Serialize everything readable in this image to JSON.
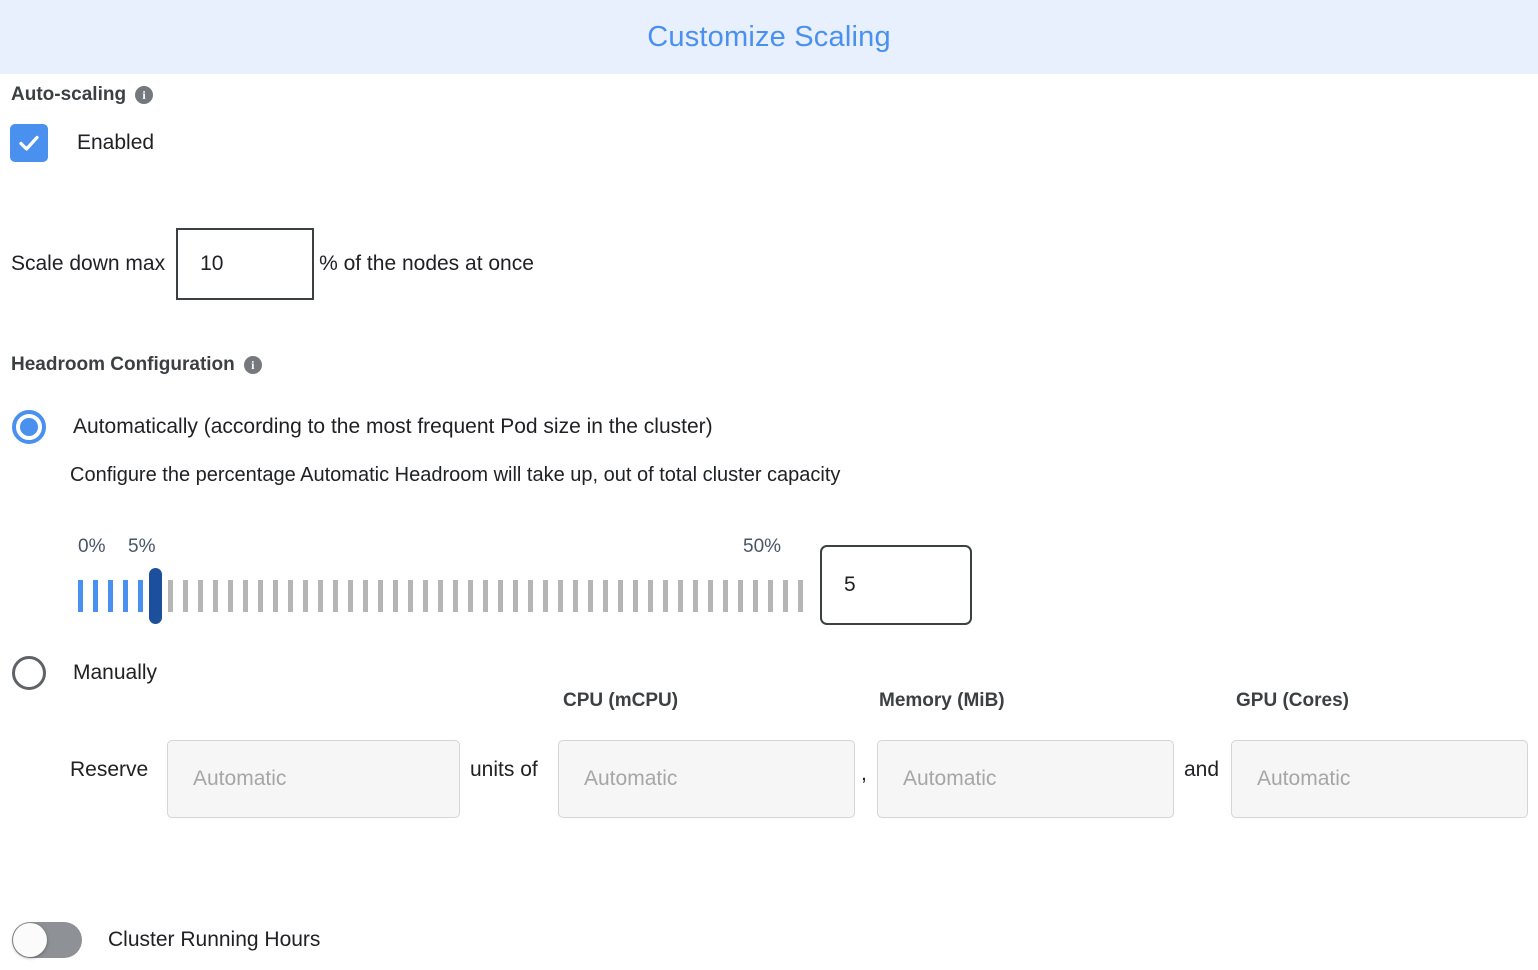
{
  "header": {
    "title": "Customize Scaling"
  },
  "autoscaling": {
    "section_label": "Auto-scaling",
    "info_icon": "info-icon",
    "info_glyph": "i",
    "enabled_label": "Enabled",
    "enabled_checked": true,
    "scale_down": {
      "prefix": "Scale down max",
      "value": "10",
      "suffix": "% of the nodes at once"
    }
  },
  "headroom": {
    "section_label": "Headroom Configuration",
    "info_glyph": "i",
    "automatic": {
      "label": "Automatically (according to the most frequent Pod size in the cluster)",
      "selected": true,
      "helper": "Configure the percentage Automatic Headroom will take up, out of total cluster capacity"
    },
    "slider": {
      "min_label": "0%",
      "current_label": "5%",
      "max_label": "50%",
      "min": 0,
      "max": 50,
      "value": 5,
      "tick_count": 49,
      "filled_ticks": 5,
      "value_box": "5",
      "track_color": "#b5b5b5",
      "filled_color": "#4a90ee",
      "thumb_color": "#1c4f9c",
      "label_color": "#4a5568"
    },
    "manual": {
      "label": "Manually",
      "selected": false,
      "reserve_word": "Reserve",
      "units_word": "units of",
      "comma": ",",
      "and_word": "and",
      "fields": [
        {
          "caption": "",
          "placeholder": "Automatic",
          "value": ""
        },
        {
          "caption": "CPU (mCPU)",
          "placeholder": "Automatic",
          "value": ""
        },
        {
          "caption": "Memory (MiB)",
          "placeholder": "Automatic",
          "value": ""
        },
        {
          "caption": "GPU (Cores)",
          "placeholder": "Automatic",
          "value": ""
        }
      ]
    }
  },
  "cluster_running_hours": {
    "label": "Cluster Running Hours",
    "enabled": false
  },
  "colors": {
    "header_bg": "#e8effd",
    "header_text": "#4a90ee",
    "accent": "#4a90ee",
    "text": "#202124"
  }
}
